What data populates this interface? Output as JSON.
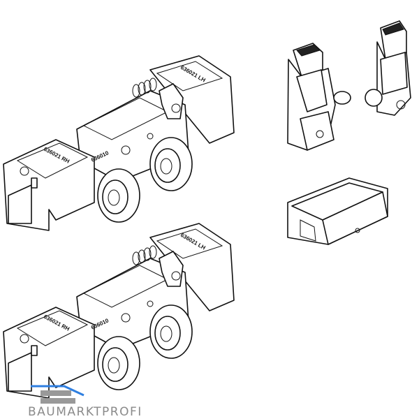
{
  "part_labels": {
    "carriage_rh": "636021 RH",
    "carriage_lh": "636021 LH",
    "carriage_center": "636010"
  },
  "watermark": {
    "text": "BAUMARKTPROFI",
    "accent_color": "#2f7fe0",
    "text_color": "#8a8a8a"
  }
}
